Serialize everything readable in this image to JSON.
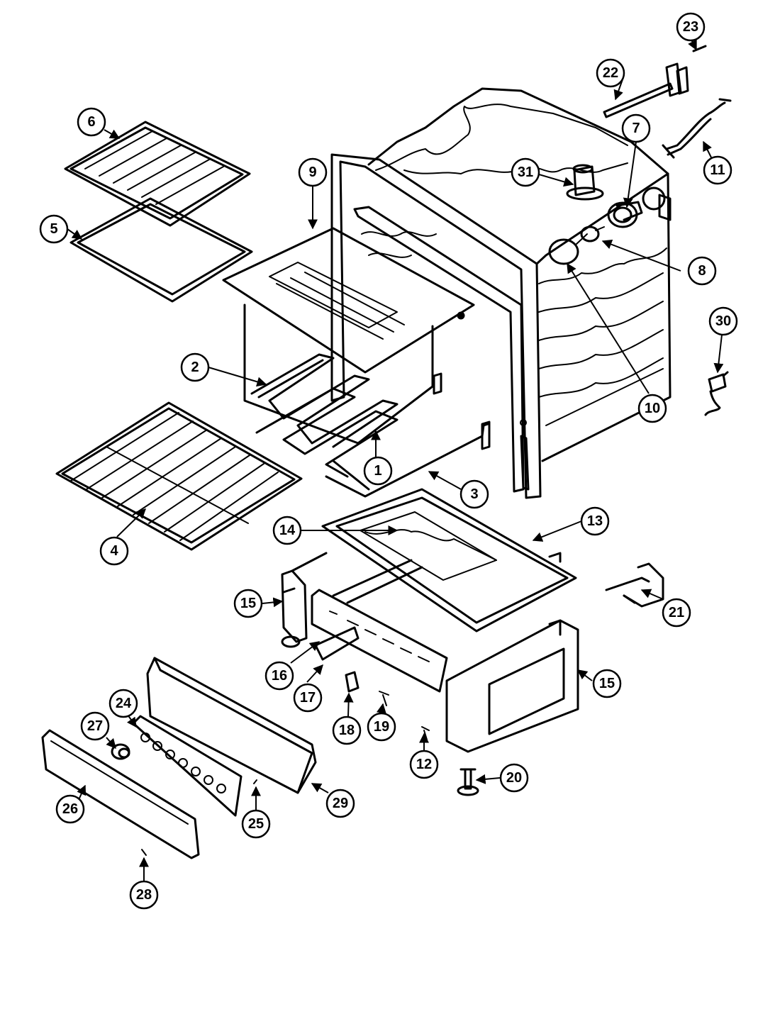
{
  "diagram": {
    "callouts": [
      "1",
      "2",
      "3",
      "4",
      "5",
      "6",
      "7",
      "8",
      "9",
      "10",
      "11",
      "12",
      "13",
      "14",
      "15",
      "15",
      "16",
      "17",
      "18",
      "19",
      "20",
      "21",
      "22",
      "23",
      "24",
      "25",
      "26",
      "27",
      "28",
      "29",
      "30",
      "31"
    ]
  }
}
